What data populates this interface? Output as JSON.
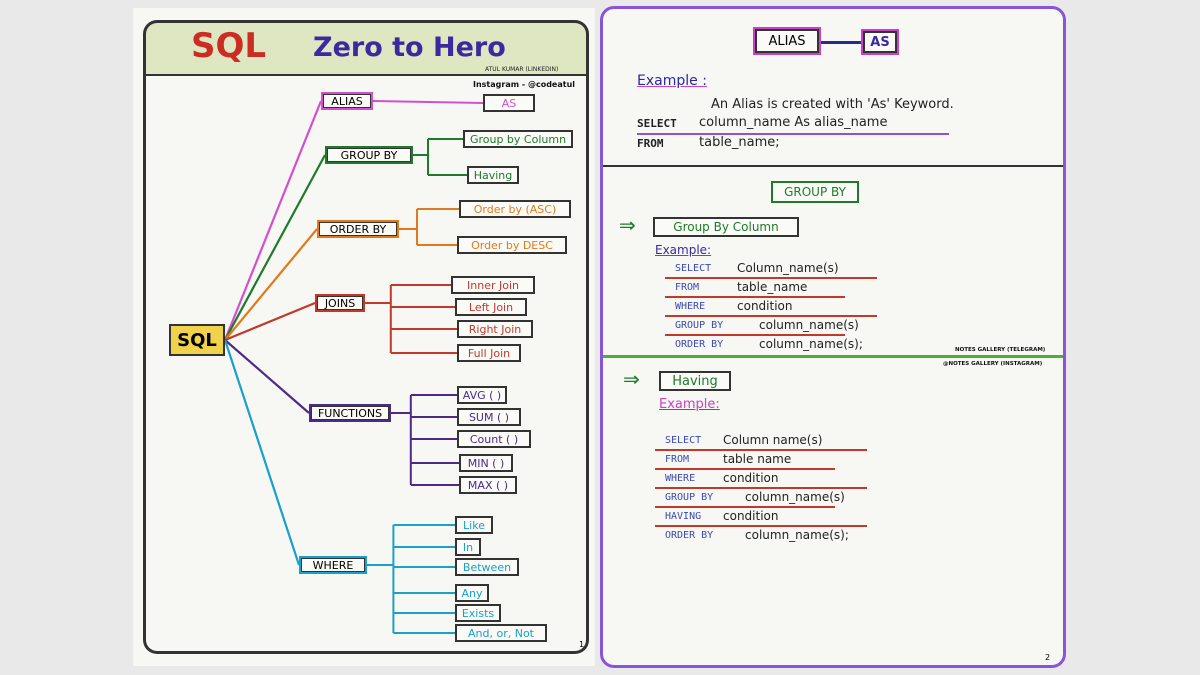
{
  "page1": {
    "title_sql": "SQL",
    "title_rest": "Zero to Hero",
    "author": "ATUL KUMAR (LINKEDIN)",
    "instagram": "Instagram - @codeatul",
    "root": "SQL",
    "branches": [
      {
        "label": "ALIAS",
        "color": "#d34fd0",
        "children": [
          "AS"
        ]
      },
      {
        "label": "GROUP BY",
        "color": "#1f7a2a",
        "children": [
          "Group by Column",
          "Having"
        ]
      },
      {
        "label": "ORDER BY",
        "color": "#e07a1a",
        "children": [
          "Order by (ASC)",
          "Order by DESC"
        ]
      },
      {
        "label": "JOINS",
        "color": "#c0392b",
        "children": [
          "Inner Join",
          "Left Join",
          "Right Join",
          "Full Join"
        ]
      },
      {
        "label": "FUNCTIONS",
        "color": "#4b2a8a",
        "children": [
          "AVG ( )",
          "SUM ( )",
          "Count ( )",
          "MIN ( )",
          "MAX ( )"
        ]
      },
      {
        "label": "WHERE",
        "color": "#1aa0c9",
        "children": [
          "Like",
          "In",
          "Between",
          "Any",
          "Exists",
          "And, or, Not"
        ]
      }
    ],
    "page_number": "1"
  },
  "page2": {
    "alias_title": "ALIAS",
    "alias_as": "AS",
    "example_label": "Example :",
    "alias_desc": "An Alias is created with 'As' Keyword.",
    "alias_line1_kw": "SELECT",
    "alias_line1_code": "column_name As alias_name",
    "alias_line2_kw": "FROM",
    "alias_line2_code": "table_name;",
    "groupby_title": "GROUP BY",
    "arrow": "⇒",
    "groupby_col": "Group By Column",
    "groupby_example": "Example:",
    "groupby_lines": [
      {
        "kw": "SELECT",
        "code": "Column_name(s)"
      },
      {
        "kw": "FROM",
        "code": "table_name"
      },
      {
        "kw": "WHERE",
        "code": "condition"
      },
      {
        "kw": "GROUP BY",
        "code": "column_name(s)"
      },
      {
        "kw": "ORDER BY",
        "code": "column_name(s);"
      }
    ],
    "watermark1": "NOTES GALLERY (TELEGRAM)",
    "watermark2": "@NOTES GALLERY (INSTAGRAM)",
    "having_title": "Having",
    "having_example": "Example:",
    "having_lines": [
      {
        "kw": "SELECT",
        "code": "Column name(s)"
      },
      {
        "kw": "FROM",
        "code": "table name"
      },
      {
        "kw": "WHERE",
        "code": "condition"
      },
      {
        "kw": "GROUP BY",
        "code": "column_name(s)"
      },
      {
        "kw": "HAVING",
        "code": "condition"
      },
      {
        "kw": "ORDER BY",
        "code": "column_name(s);"
      }
    ],
    "page_number": "2"
  }
}
